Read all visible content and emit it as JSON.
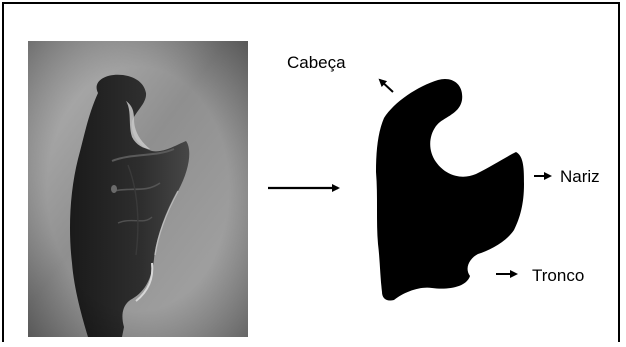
{
  "figure": {
    "labels": {
      "head": "Cabeça",
      "nose": "Nariz",
      "trunk": "Tronco"
    },
    "colors": {
      "frame": "#000000",
      "silhouette": "#000000",
      "photo_background": "#9a9a9a",
      "specimen": "#2b2b2b"
    }
  }
}
